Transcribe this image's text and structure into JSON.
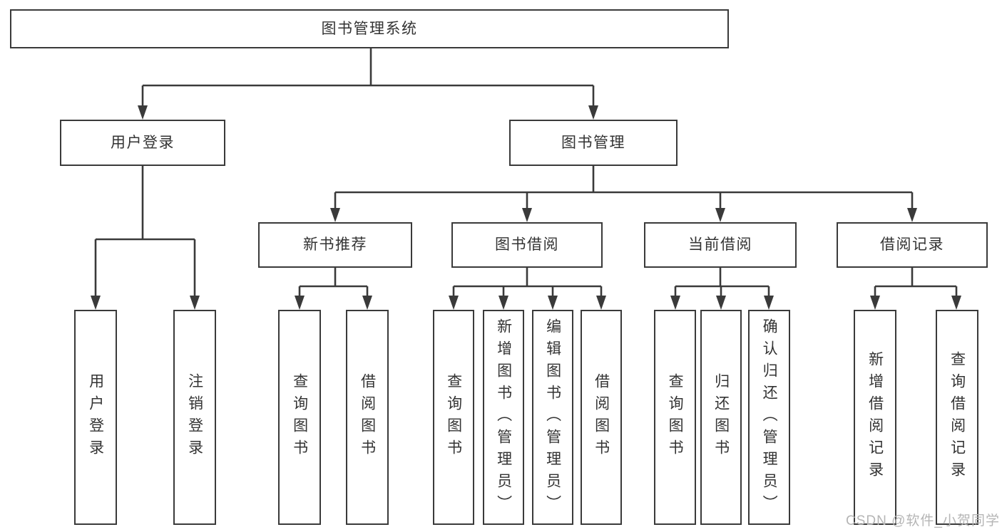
{
  "tree": {
    "label": "图书管理系统",
    "children": [
      {
        "label": "用户登录",
        "children": [
          {
            "label": "用户登录"
          },
          {
            "label": "注销登录"
          }
        ]
      },
      {
        "label": "图书管理",
        "children": [
          {
            "label": "新书推荐",
            "children": [
              {
                "label": "查询图书"
              },
              {
                "label": "借阅图书"
              }
            ]
          },
          {
            "label": "图书借阅",
            "children": [
              {
                "label": "查询图书"
              },
              {
                "label": "新增图书（管理员）"
              },
              {
                "label": "编辑图书（管理员）"
              },
              {
                "label": "借阅图书"
              }
            ]
          },
          {
            "label": "当前借阅",
            "children": [
              {
                "label": "查询图书"
              },
              {
                "label": "归还图书"
              },
              {
                "label": "确认归还（管理员）"
              }
            ]
          },
          {
            "label": "借阅记录",
            "children": [
              {
                "label": "新增借阅记录"
              },
              {
                "label": "查询借阅记录"
              }
            ]
          }
        ]
      }
    ]
  },
  "watermark": {
    "text": "CSDN @软件_小贺同学",
    "color": "#b5b5b5"
  },
  "colors": {
    "line": "#3a3a3a",
    "text": "#333333",
    "background": "#ffffff"
  }
}
